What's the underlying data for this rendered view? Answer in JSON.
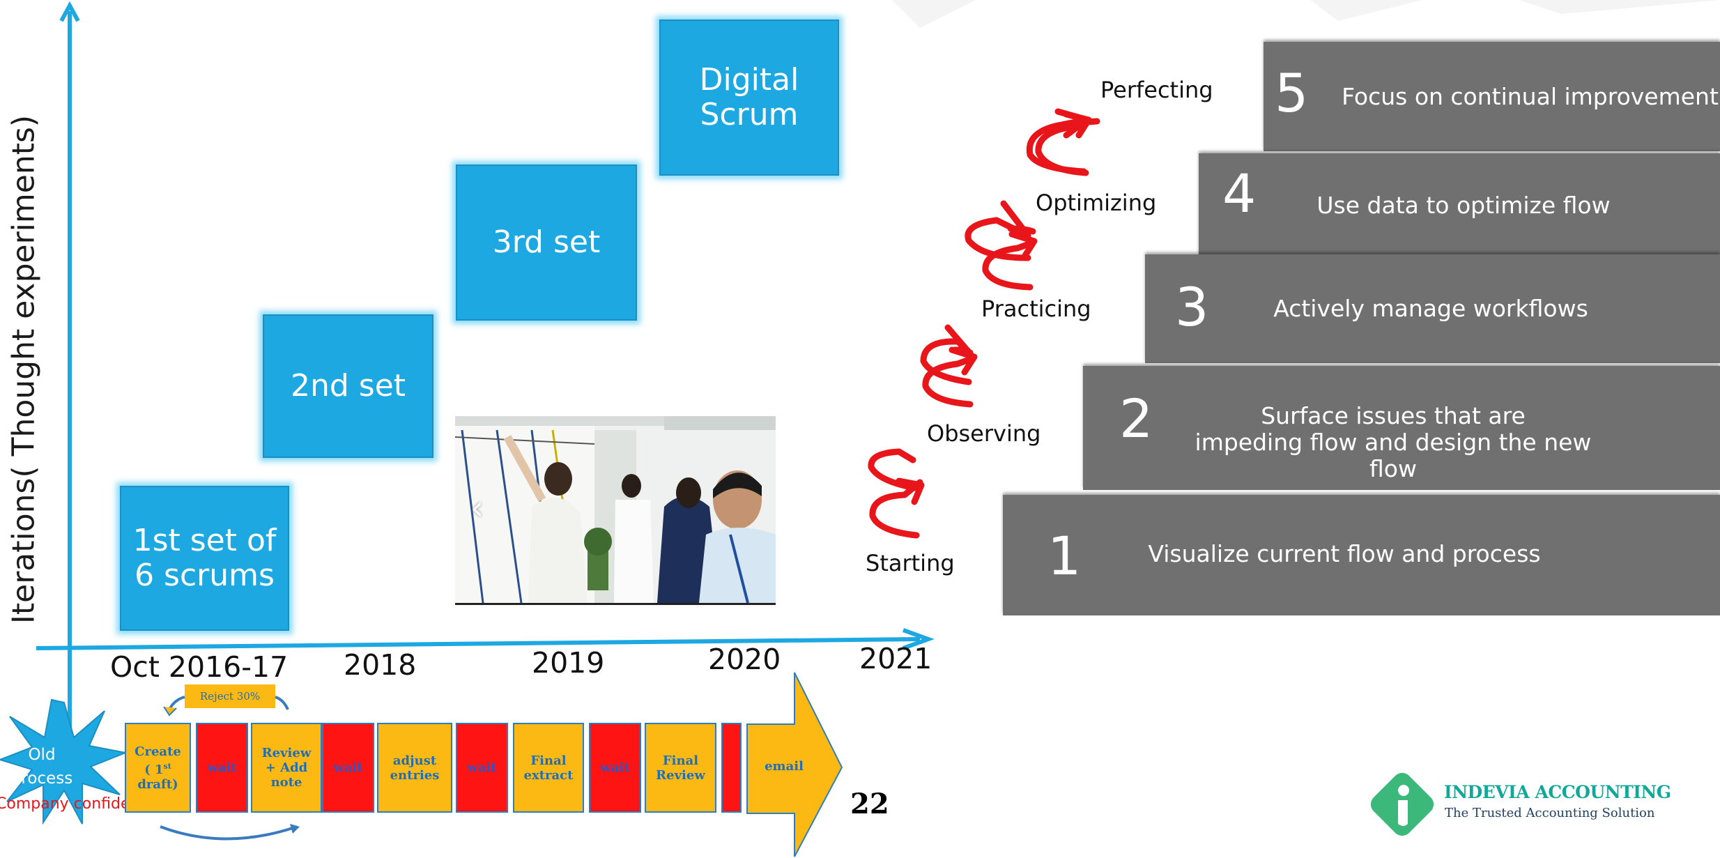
{
  "y_axis_label": "Iterations( Thought experiments)",
  "years": [
    "Oct 2016-17",
    "2018",
    "2019",
    "2020",
    "2021"
  ],
  "scrum_boxes": [
    {
      "line1": "1st set of",
      "line2": "6 scrums"
    },
    {
      "line1": "2nd set",
      "line2": ""
    },
    {
      "line1": "3rd set",
      "line2": ""
    },
    {
      "line1": "Digital",
      "line2": "Scrum"
    }
  ],
  "photo_prev_glyph": "‹",
  "steps": [
    {
      "num": "5",
      "text_line1": "Focus on continual improvement",
      "text_line2": "",
      "stage": "Perfecting"
    },
    {
      "num": "4",
      "text_line1": "Use data to optimize flow",
      "text_line2": "",
      "stage": "Optimizing"
    },
    {
      "num": "3",
      "text_line1": "Actively manage workflows",
      "text_line2": "",
      "stage": "Practicing"
    },
    {
      "num": "2",
      "text_line1": "Surface issues that are",
      "text_line2": "impeding flow and design the new flow",
      "stage": "Observing"
    },
    {
      "num": "1",
      "text_line1": "Visualize current flow and process",
      "text_line2": "",
      "stage": "Starting"
    }
  ],
  "process": {
    "starburst_label_1": "Old",
    "starburst_label_2": "process",
    "confidential_text": "Company confide",
    "reject_label": "Reject 30%",
    "cells": [
      {
        "label_html": "Create ( 1st draft)",
        "l1": "Create",
        "l2": "( 1",
        "sup": "st",
        "l3": "draft)",
        "kind": "y"
      },
      {
        "label": "wait",
        "kind": "r"
      },
      {
        "l1": "Review",
        "l2": "+ Add",
        "l3": "note",
        "kind": "y"
      },
      {
        "label": "wait",
        "kind": "r"
      },
      {
        "l1": "adjust",
        "l2": "entries",
        "kind": "y"
      },
      {
        "label": "wait",
        "kind": "r"
      },
      {
        "l1": "Final",
        "l2": "extract",
        "kind": "y"
      },
      {
        "label": "wait",
        "kind": "r"
      },
      {
        "l1": "Final",
        "l2": "Review",
        "kind": "y"
      },
      {
        "label": "",
        "kind": "r"
      }
    ],
    "arrow_label": "email"
  },
  "page_number": "22",
  "brand": {
    "name": "INDEVIA ACCOUNTING",
    "tagline": "The Trusted Accounting Solution"
  },
  "colors": {
    "accent_blue": "#1ea8e1",
    "step_gray": "#707070",
    "curl_red": "#e8151b",
    "process_yellow": "#fcb813",
    "process_red": "#ff1414",
    "brand_green": "#3cb87a"
  }
}
